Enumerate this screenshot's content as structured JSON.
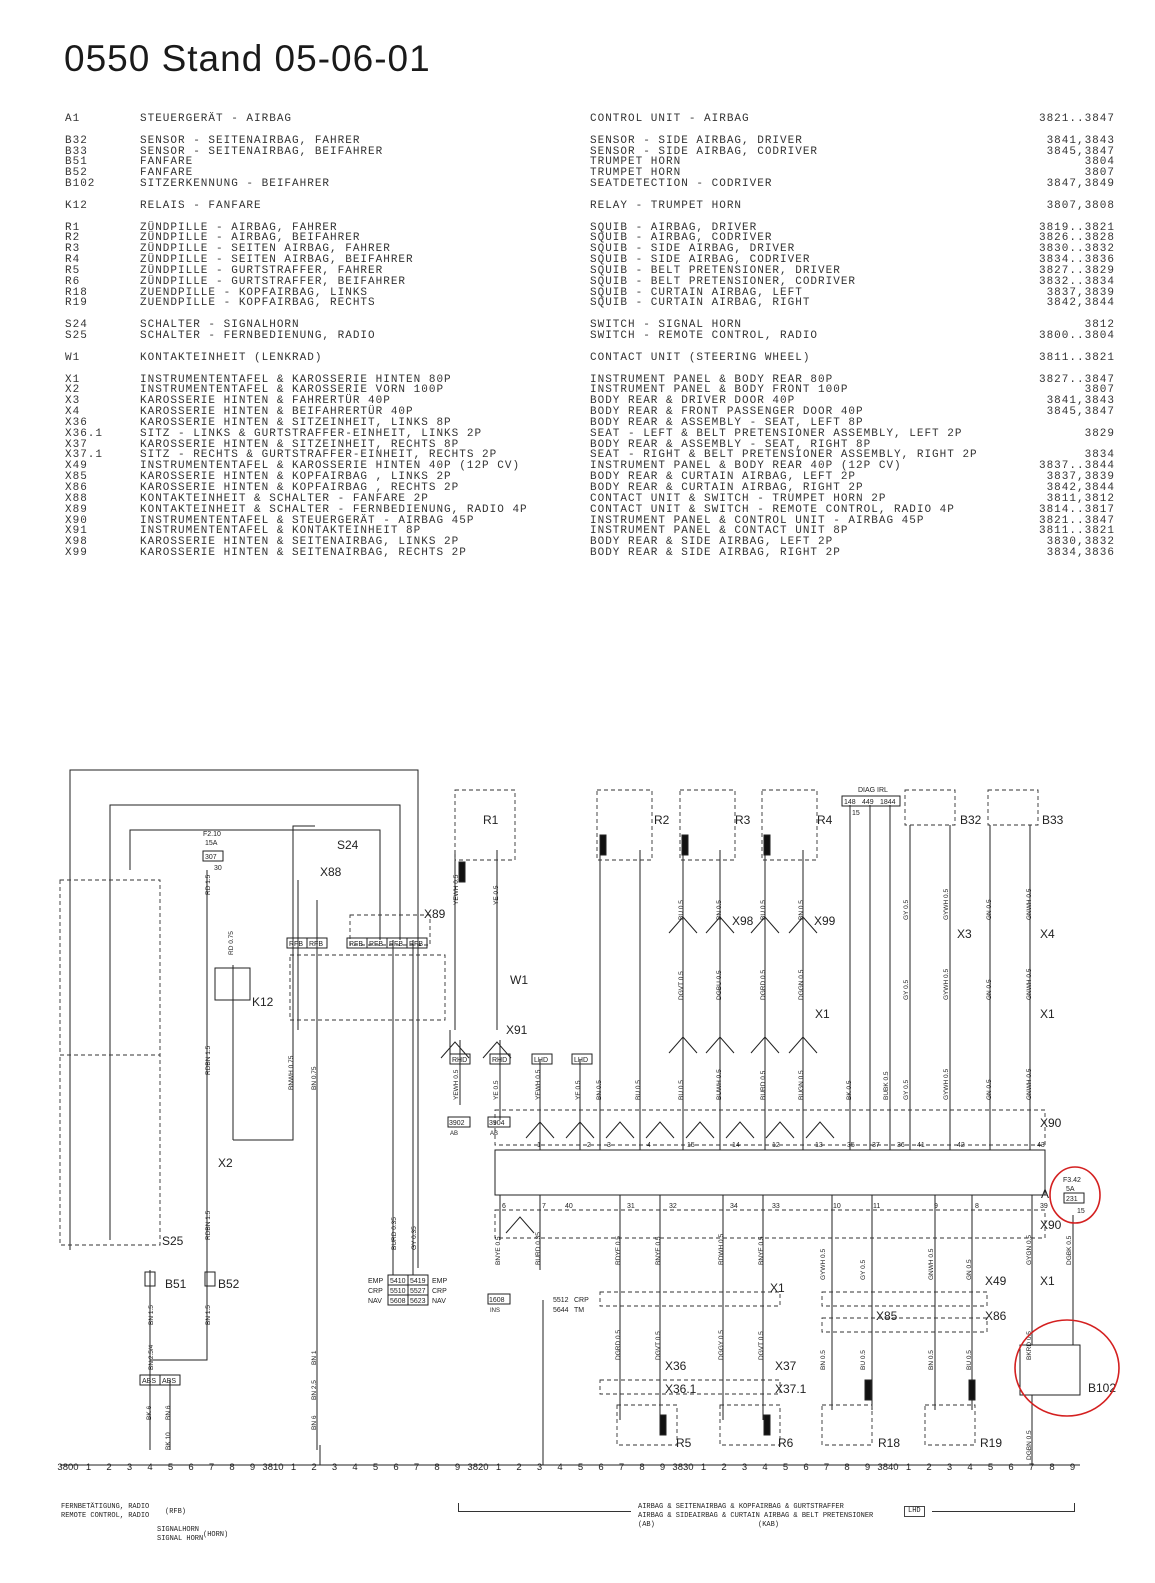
{
  "title": "0550 Stand 05-06-01",
  "legend": [
    [
      [
        "A1",
        "STEUERGERÄT - AIRBAG",
        "CONTROL UNIT - AIRBAG",
        "3821..3847"
      ]
    ],
    [
      [
        "B32",
        "SENSOR - SEITENAIRBAG, FAHRER",
        "SENSOR - SIDE AIRBAG, DRIVER",
        "3841,3843"
      ],
      [
        "B33",
        "SENSOR - SEITENAIRBAG, BEIFAHRER",
        "SENSOR - SIDE AIRBAG, CODRIVER",
        "3845,3847"
      ],
      [
        "B51",
        "FANFARE",
        "TRUMPET HORN",
        "3804"
      ],
      [
        "B52",
        "FANFARE",
        "TRUMPET HORN",
        "3807"
      ],
      [
        "B102",
        "SITZERKENNUNG - BEIFAHRER",
        "SEATDETECTION - CODRIVER",
        "3847,3849"
      ]
    ],
    [
      [
        "K12",
        "RELAIS - FANFARE",
        "RELAY - TRUMPET HORN",
        "3807,3808"
      ]
    ],
    [
      [
        "R1",
        "ZÜNDPILLE - AIRBAG, FAHRER",
        "SQUIB - AIRBAG, DRIVER",
        "3819..3821"
      ],
      [
        "R2",
        "ZÜNDPILLE - AIRBAG, BEIFAHRER",
        "SQUIB - AIRBAG, CODRIVER",
        "3826..3828"
      ],
      [
        "R3",
        "ZÜNDPILLE - SEITEN AIRBAG, FAHRER",
        "SQUIB - SIDE AIRBAG, DRIVER",
        "3830..3832"
      ],
      [
        "R4",
        "ZÜNDPILLE - SEITEN AIRBAG, BEIFAHRER",
        "SQUIB - SIDE AIRBAG, CODRIVER",
        "3834..3836"
      ],
      [
        "R5",
        "ZÜNDPILLE - GURTSTRAFFER, FAHRER",
        "SQUIB - BELT PRETENSIONER, DRIVER",
        "3827..3829"
      ],
      [
        "R6",
        "ZÜNDPILLE - GURTSTRAFFER, BEIFAHRER",
        "SQUIB - BELT PRETENSIONER, CODRIVER",
        "3832..3834"
      ],
      [
        "R18",
        "ZUENDPILLE - KOPFAIRBAG, LINKS",
        "SQUIB - CURTAIN AIRBAG, LEFT",
        "3837,3839"
      ],
      [
        "R19",
        "ZUENDPILLE - KOPFAIRBAG, RECHTS",
        "SQUIB - CURTAIN AIRBAG, RIGHT",
        "3842,3844"
      ]
    ],
    [
      [
        "S24",
        "SCHALTER - SIGNALHORN",
        "SWITCH - SIGNAL HORN",
        "3812"
      ],
      [
        "S25",
        "SCHALTER - FERNBEDIENUNG, RADIO",
        "SWITCH - REMOTE CONTROL, RADIO",
        "3800..3804"
      ]
    ],
    [
      [
        "W1",
        "KONTAKTEINHEIT (LENKRAD)",
        "CONTACT UNIT (STEERING WHEEL)",
        "3811..3821"
      ]
    ],
    [
      [
        "X1",
        "INSTRUMENTENTAFEL & KAROSSERIE HINTEN 80P",
        "INSTRUMENT PANEL & BODY REAR 80P",
        "3827..3847"
      ],
      [
        "X2",
        "INSTRUMENTENTAFEL & KAROSSERIE VORN 100P",
        "INSTRUMENT PANEL & BODY FRONT 100P",
        "3807"
      ],
      [
        "X3",
        "KAROSSERIE HINTEN & FAHRERTÜR 40P",
        "BODY REAR & DRIVER DOOR 40P",
        "3841,3843"
      ],
      [
        "X4",
        "KAROSSERIE HINTEN & BEIFAHRERTÜR 40P",
        "BODY REAR & FRONT PASSENGER DOOR 40P",
        "3845,3847"
      ],
      [
        "X36",
        "KAROSSERIE HINTEN & SITZEINHEIT, LINKS 8P",
        "BODY REAR & ASSEMBLY - SEAT, LEFT 8P",
        ""
      ],
      [
        "X36.1",
        "SITZ - LINKS & GURTSTRAFFER-EINHEIT, LINKS 2P",
        "SEAT - LEFT & BELT PRETENSIONER ASSEMBLY, LEFT 2P",
        "3829"
      ],
      [
        "X37",
        "KAROSSERIE HINTEN & SITZEINHEIT, RECHTS 8P",
        "BODY REAR & ASSEMBLY - SEAT, RIGHT 8P",
        ""
      ],
      [
        "X37.1",
        "SITZ - RECHTS & GURTSTRAFFER-EINHEIT, RECHTS 2P",
        "SEAT - RIGHT & BELT PRETENSIONER ASSEMBLY, RIGHT 2P",
        "3834"
      ],
      [
        "X49",
        "INSTRUMENTENTAFEL & KAROSSERIE HINTEN 40P (12P CV)",
        "INSTRUMENT PANEL & BODY REAR 40P (12P CV)",
        "3837..3844"
      ],
      [
        "X85",
        "KAROSSERIE HINTEN & KOPFAIRBAG , LINKS 2P",
        "BODY REAR & CURTAIN AIRBAG, LEFT 2P",
        "3837,3839"
      ],
      [
        "X86",
        "KAROSSERIE HINTEN & KOPFAIRBAG , RECHTS 2P",
        "BODY REAR & CURTAIN AIRBAG, RIGHT 2P",
        "3842,3844"
      ],
      [
        "X88",
        "KONTAKTEINHEIT & SCHALTER - FANFARE 2P",
        "CONTACT UNIT & SWITCH - TRUMPET HORN 2P",
        "3811,3812"
      ],
      [
        "X89",
        "KONTAKTEINHEIT & SCHALTER - FERNBEDIENUNG, RADIO 4P",
        "CONTACT UNIT & SWITCH - REMOTE CONTROL, RADIO 4P",
        "3814..3817"
      ],
      [
        "X90",
        "INSTRUMENTENTAFEL & STEUERGERÄT - AIRBAG 45P",
        "INSTRUMENT PANEL & CONTROL UNIT - AIRBAG 45P",
        "3821..3847"
      ],
      [
        "X91",
        "INSTRUMENTENTAFEL & KONTAKTEINHEIT 8P",
        "INSTRUMENT PANEL & CONTACT UNIT 8P",
        "3811..3821"
      ],
      [
        "X98",
        "KAROSSERIE HINTEN & SEITENAIRBAG, LINKS 2P",
        "BODY REAR & SIDE AIRBAG, LEFT 2P",
        "3830,3832"
      ],
      [
        "X99",
        "KAROSSERIE HINTEN & SEITENAIRBAG, RECHTS 2P",
        "BODY REAR & SIDE AIRBAG, RIGHT 2P",
        "3834,3836"
      ]
    ]
  ],
  "diagram": {
    "component_labels": [
      "R1",
      "R2",
      "R3",
      "R4",
      "B32",
      "B33",
      "S24",
      "X88",
      "X89",
      "W1",
      "K12",
      "X91",
      "X2",
      "S25",
      "B51",
      "B52",
      "X98",
      "X99",
      "X3",
      "X4",
      "X1",
      "X1",
      "X90",
      "A",
      "X90",
      "X49",
      "X86",
      "X85",
      "X1",
      "X36",
      "X36.1",
      "X37",
      "X37.1",
      "R5",
      "R6",
      "R18",
      "R19",
      "B102",
      "X1"
    ],
    "fuse_f210": {
      "name": "F2.10",
      "rating": "15A",
      "number": "307",
      "pin": "30"
    },
    "fuse_f342": {
      "name": "F3.42",
      "rating": "5A",
      "number": "231",
      "pin": "15"
    },
    "diag": {
      "label": "DIAG IRL",
      "boxes": [
        "148",
        "449",
        "1844"
      ],
      "pin": "15"
    },
    "variant_tags": [
      "RHD",
      "RHD",
      "LHD",
      "LHD"
    ],
    "refs": [
      [
        "3902",
        "AB"
      ],
      [
        "3904",
        "AB"
      ],
      [
        "1608",
        "INS"
      ]
    ],
    "ref_5512": [
      "5512",
      "CRP",
      "5644",
      "TM"
    ],
    "emp_grid": {
      "left": [
        "EMP",
        "CRP",
        "NAV"
      ],
      "right": [
        "EMP",
        "CRP",
        "NAV"
      ],
      "cells": [
        [
          "5410",
          "5419"
        ],
        [
          "5510",
          "5527"
        ],
        [
          "5608",
          "5623"
        ]
      ]
    },
    "rfb_tags": [
      "RFB",
      "RFB",
      "RFB",
      "RFB",
      "RFB",
      "RFB",
      "ABS",
      "ABS"
    ],
    "a1_pins_top": [
      "1",
      "2",
      "3",
      "4",
      "15",
      "14",
      "12",
      "13",
      "35",
      "37",
      "36",
      "41",
      "42",
      "43"
    ],
    "a1_pins_bottom": [
      "6",
      "7",
      "40",
      "31",
      "32",
      "34",
      "33",
      "10",
      "11",
      "9",
      "8",
      "39"
    ],
    "wire_labels": [
      "YEWH 0.5",
      "YE 0.5",
      "BU 0.5",
      "BN 0.5",
      "BU 0.5",
      "BN 0.5",
      "GY 0.5",
      "GYWH 0.5",
      "GN 0.5",
      "GNWH 0.5",
      "DGVT 0.5",
      "DGBU 0.5",
      "DGRD 0.5",
      "DGGN 0.5",
      "GY 0.5",
      "GYWH 0.5",
      "GN 0.5",
      "GNWH 0.5",
      "YEWH 0.5",
      "YE 0.5",
      "YEWH 0.5",
      "YE 0.5",
      "BN 0.5",
      "BU 0.5",
      "BU 0.5",
      "BUWH 0.5",
      "BURD 0.5",
      "BUGN 0.5",
      "BK 0.5",
      "BUBK 0.5",
      "GY 0.5",
      "GYWH 0.5",
      "GN 0.5",
      "GNWH 0.5",
      "RD 1.5",
      "RD 0.75",
      "BNWH 0.75",
      "BN 0.75",
      "RDBN 1.5",
      "RDBN 1.5",
      "BN 1.5",
      "BN 2.5/4",
      "BN 1.5",
      "BK 6",
      "BN 6",
      "BK 10",
      "BN 1",
      "BN 2.5",
      "BN 6",
      "BURD 0.35",
      "GY 0.35",
      "BNYE 0.5",
      "BURD 0.35",
      "RDYE 0.5",
      "BNYE 0.5",
      "RDWH 0.5",
      "BNYE 0.5",
      "GYWH 0.5",
      "GY 0.5",
      "GNWH 0.5",
      "GN 0.5",
      "GYGN 0.5",
      "DGBK 0.5",
      "DGRD 0.5",
      "DGVT 0.5",
      "DGGY 0.5",
      "DGVT 0.5",
      "BN 0.5",
      "BU 0.5",
      "BN 0.5",
      "BU 0.5",
      "BKRD 0.5",
      "DGBN 0.5"
    ],
    "ruler": [
      "3800",
      "1",
      "2",
      "3",
      "4",
      "5",
      "6",
      "7",
      "8",
      "9",
      "3810",
      "1",
      "2",
      "3",
      "4",
      "5",
      "6",
      "7",
      "8",
      "9",
      "3820",
      "1",
      "2",
      "3",
      "4",
      "5",
      "6",
      "7",
      "8",
      "9",
      "3830",
      "1",
      "2",
      "3",
      "4",
      "5",
      "6",
      "7",
      "8",
      "9",
      "3840",
      "1",
      "2",
      "3",
      "4",
      "5",
      "6",
      "7",
      "8",
      "9"
    ]
  },
  "footer": {
    "rfb_de": "FERNBETÄTIGUNG, RADIO",
    "rfb_en": "REMOTE CONTROL, RADIO",
    "rfb_code": "(RFB)",
    "horn_de": "SIGNALHORN",
    "horn_en": "SIGNAL HORN",
    "horn_code": "(HORN)",
    "airbag_de": "AIRBAG & SEITENAIRBAG & KOPFAIRBAG & GURTSTRAFFER",
    "airbag_en": "AIRBAG & SIDEAIRBAG & CURTAIN AIRBAG & BELT PRETENSIONER",
    "ab_code": "(AB)",
    "kab_code": "(KAB)",
    "lhd": "LHD"
  },
  "colors": {
    "line": "#222222",
    "highlight": "#d42020"
  }
}
